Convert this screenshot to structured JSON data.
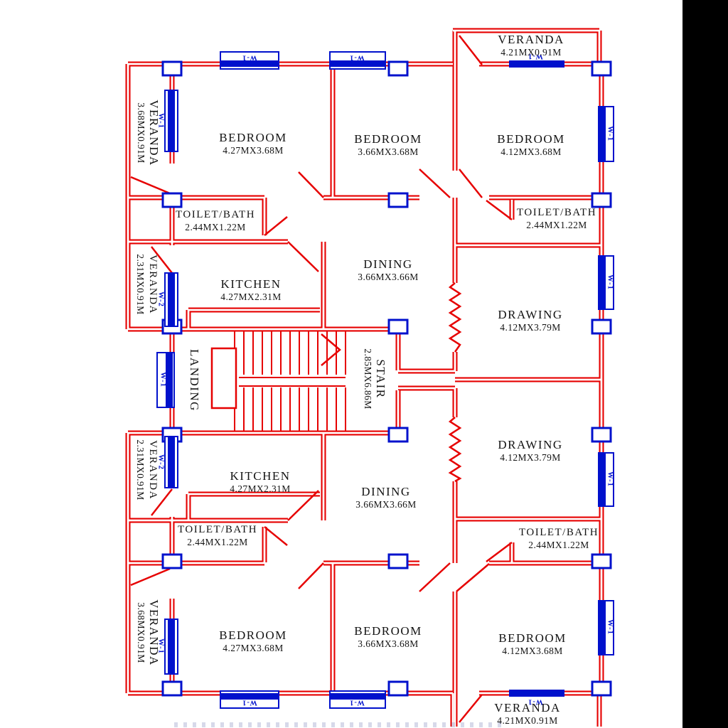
{
  "colors": {
    "wall": "#e60000",
    "window": "#0011cc",
    "text": "#141414",
    "band": "#000000",
    "bg": "#ffffff"
  },
  "window_tags": {
    "w1": "W-1",
    "w2": "W-2"
  },
  "rooms": [
    {
      "name": "VERANDA",
      "dims": "4.21MX0.91M"
    },
    {
      "name": "BEDROOM",
      "dims": "4.27MX3.68M"
    },
    {
      "name": "BEDROOM",
      "dims": "3.66MX3.68M"
    },
    {
      "name": "BEDROOM",
      "dims": "4.12MX3.68M"
    },
    {
      "name": "VERANDA",
      "dims": "3.68MX0.91M"
    },
    {
      "name": "TOILET/BATH",
      "dims": "2.44MX1.22M"
    },
    {
      "name": "TOILET/BATH",
      "dims": "2.44MX1.22M"
    },
    {
      "name": "KITCHEN",
      "dims": "4.27MX2.31M"
    },
    {
      "name": "DINING",
      "dims": "3.66MX3.66M"
    },
    {
      "name": "VERANDA",
      "dims": "2.31MX0.91M"
    },
    {
      "name": "DRAWING",
      "dims": "4.12MX3.79M"
    },
    {
      "name": "LANDING",
      "dims": ""
    },
    {
      "name": "STAIR",
      "dims": "2.85MX6.86M"
    },
    {
      "name": "VERANDA",
      "dims": "2.31MX0.91M"
    },
    {
      "name": "KITCHEN",
      "dims": "4.27MX2.31M"
    },
    {
      "name": "DINING",
      "dims": "3.66MX3.66M"
    },
    {
      "name": "DRAWING",
      "dims": "4.12MX3.79M"
    },
    {
      "name": "TOILET/BATH",
      "dims": "2.44MX1.22M"
    },
    {
      "name": "TOILET/BATH",
      "dims": "2.44MX1.22M"
    },
    {
      "name": "VERANDA",
      "dims": "3.68MX0.91M"
    },
    {
      "name": "BEDROOM",
      "dims": "4.27MX3.68M"
    },
    {
      "name": "BEDROOM",
      "dims": "3.66MX3.68M"
    },
    {
      "name": "BEDROOM",
      "dims": "4.12MX3.68M"
    },
    {
      "name": "VERANDA",
      "dims": "4.21MX0.91M"
    }
  ]
}
